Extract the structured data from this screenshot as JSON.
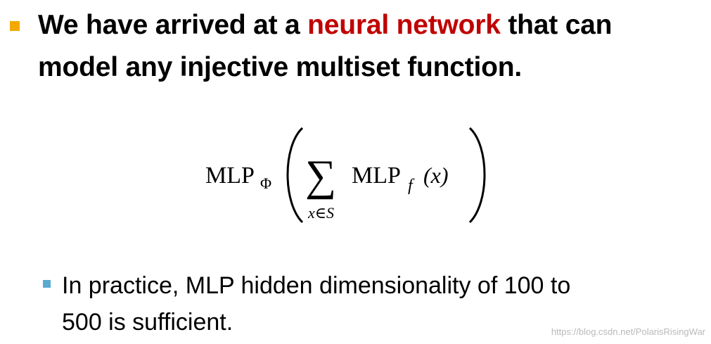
{
  "heading": {
    "line1_pre": "We have arrived at a ",
    "highlight": "neural network",
    "line1_post": " that can",
    "line2": "model any injective multiset function."
  },
  "formula": {
    "outer": "MLP",
    "outer_sub": "Φ",
    "sum_symbol": "∑",
    "sum_sub": "x∈S",
    "inner": "MLP",
    "inner_sub": "f",
    "arg": "(x)"
  },
  "sub_bullet": {
    "text_line1": "In practice, MLP hidden dimensionality of 100 to",
    "text_line2": "500 is sufficient."
  },
  "watermark": "https://blog.csdn.net/PolarisRisingWar",
  "colors": {
    "accent_red": "#c00000",
    "main_bullet": "#f2a900",
    "sub_bullet": "#5aaad1",
    "watermark": "#b9b9b9"
  }
}
